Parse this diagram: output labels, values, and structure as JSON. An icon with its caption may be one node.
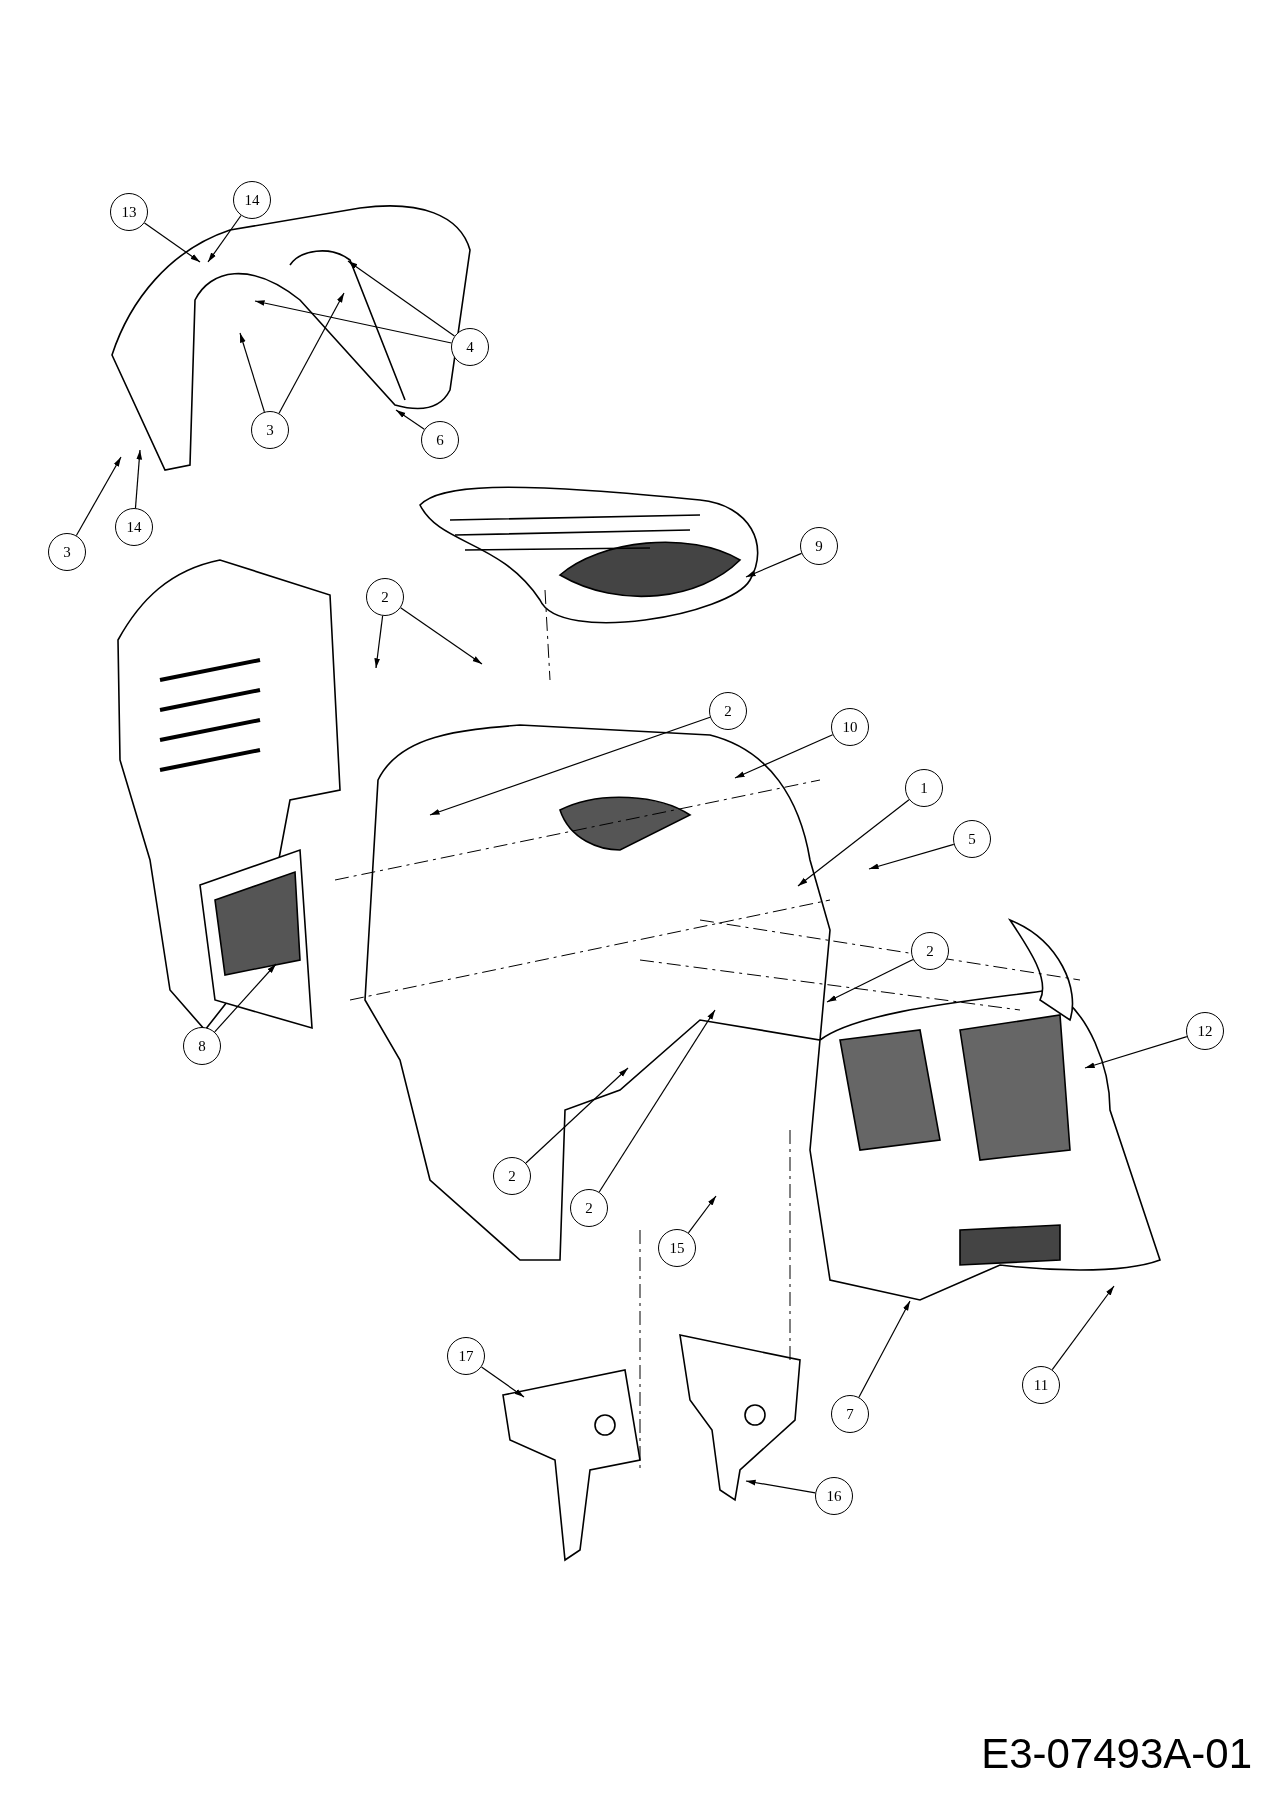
{
  "diagram": {
    "nodes": [
      {
        "text": [
          "13"
        ]
      },
      {
        "text": [
          "14"
        ]
      },
      {
        "text": [
          "4"
        ]
      },
      {
        "text": [
          "3"
        ]
      },
      {
        "text": [
          "6"
        ]
      },
      {
        "text": [
          "3"
        ]
      },
      {
        "text": [
          "14"
        ]
      },
      {
        "text": [
          "9"
        ]
      },
      {
        "text": [
          "2"
        ]
      },
      {
        "text": [
          "2"
        ]
      },
      {
        "text": [
          "10"
        ]
      },
      {
        "text": [
          "1"
        ]
      },
      {
        "text": [
          "5"
        ]
      },
      {
        "text": [
          "2"
        ]
      },
      {
        "text": [
          "12"
        ]
      },
      {
        "text": [
          "8"
        ]
      },
      {
        "text": [
          "2"
        ]
      },
      {
        "text": [
          "2"
        ]
      },
      {
        "text": [
          "15"
        ]
      },
      {
        "text": [
          "7"
        ]
      },
      {
        "text": [
          "11"
        ]
      },
      {
        "text": [
          "17"
        ]
      },
      {
        "text": [
          "16"
        ]
      }
    ],
    "edges": [
      {
        "from": 0,
        "to": null,
        "arrow": "to"
      },
      {
        "from": 1,
        "to": null,
        "arrow": "to"
      },
      {
        "from": 2,
        "to": null,
        "arrow": "to"
      },
      {
        "from": 2,
        "to": null,
        "arrow": "to"
      },
      {
        "from": 3,
        "to": null,
        "arrow": "to"
      },
      {
        "from": 3,
        "to": null,
        "arrow": "to"
      },
      {
        "from": 4,
        "to": null,
        "arrow": "to"
      },
      {
        "from": 5,
        "to": null,
        "arrow": "to"
      },
      {
        "from": 6,
        "to": null,
        "arrow": "to"
      },
      {
        "from": 7,
        "to": null,
        "arrow": "to"
      },
      {
        "from": 8,
        "to": null,
        "arrow": "to"
      },
      {
        "from": 8,
        "to": null,
        "arrow": "to"
      },
      {
        "from": 9,
        "to": null,
        "arrow": "to"
      },
      {
        "from": 10,
        "to": null,
        "arrow": "to"
      },
      {
        "from": 11,
        "to": null,
        "arrow": "to"
      },
      {
        "from": 12,
        "to": null,
        "arrow": "to"
      },
      {
        "from": 13,
        "to": null,
        "arrow": "to"
      },
      {
        "from": 14,
        "to": null,
        "arrow": "to"
      },
      {
        "from": 15,
        "to": null,
        "arrow": "to"
      },
      {
        "from": 16,
        "to": null,
        "arrow": "to"
      },
      {
        "from": 17,
        "to": null,
        "arrow": "to"
      },
      {
        "from": 18,
        "to": null,
        "arrow": "to"
      },
      {
        "from": 19,
        "to": null,
        "arrow": "to"
      },
      {
        "from": 20,
        "to": null,
        "arrow": "to"
      },
      {
        "from": 21,
        "to": null,
        "arrow": "to"
      },
      {
        "from": 22,
        "to": null,
        "arrow": "to"
      }
    ],
    "labels": [
      "E3-07493A-01"
    ]
  }
}
